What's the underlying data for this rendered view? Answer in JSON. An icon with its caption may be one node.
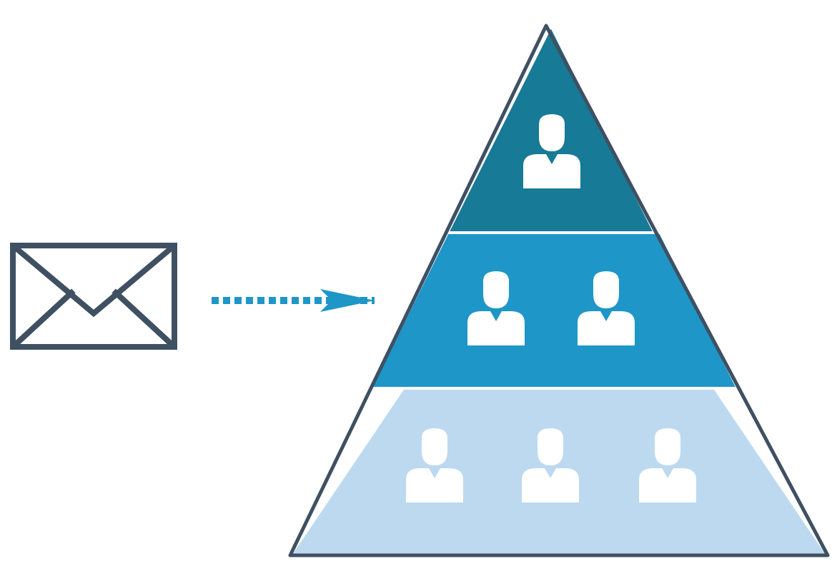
{
  "diagram": {
    "nodes": [
      {
        "text": [],
        "shape": "envelope"
      },
      {
        "text": [],
        "shape": "triangle"
      },
      {
        "text": [],
        "shape": "band"
      },
      {
        "text": [],
        "shape": "band"
      }
    ],
    "edges": [
      {
        "from": 0,
        "to": 2,
        "arrow": "to",
        "style": "dashed"
      }
    ]
  }
}
